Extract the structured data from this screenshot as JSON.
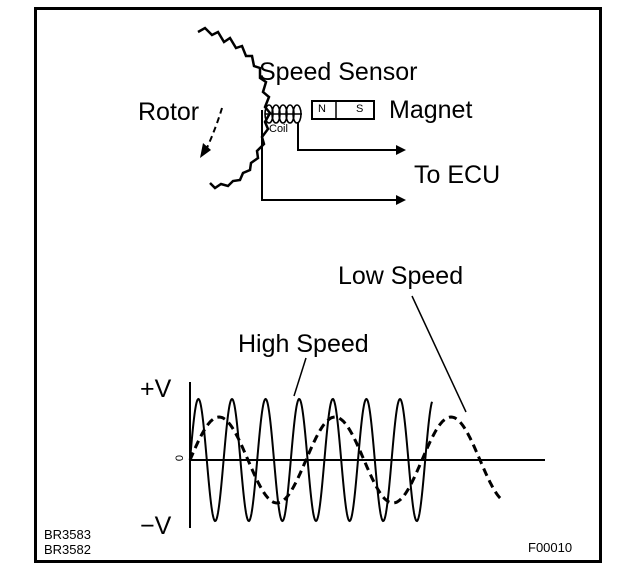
{
  "labels": {
    "speed_sensor": "Speed Sensor",
    "rotor": "Rotor",
    "magnet": "Magnet",
    "magnet_n": "N",
    "magnet_s": "S",
    "coil": "Coil",
    "to_ecu": "To ECU",
    "low_speed": "Low Speed",
    "high_speed": "High Speed",
    "plus_v": "+V",
    "minus_v": "−V",
    "zero": "0"
  },
  "codes": {
    "left_1": "BR3583",
    "left_2": "BR3582",
    "right": "F00010"
  }
}
